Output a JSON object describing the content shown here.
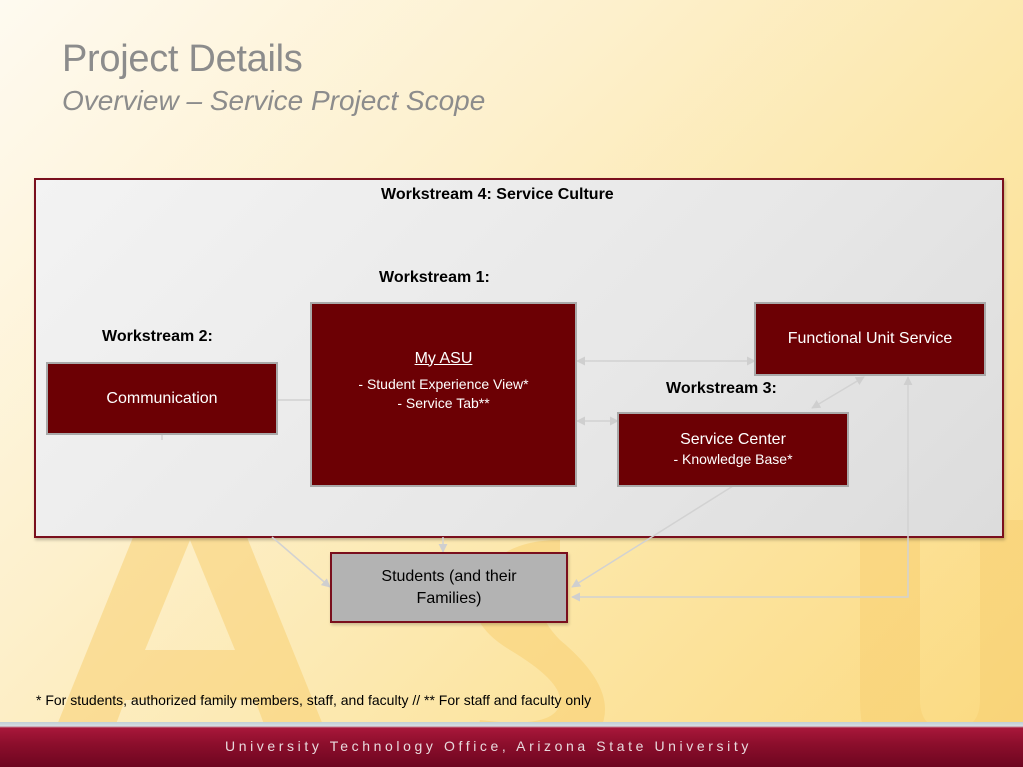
{
  "title": "Project Details",
  "subtitle": "Overview – Service Project Scope",
  "workstreams": {
    "ws4": "Workstream 4:  Service Culture",
    "ws1": "Workstream 1:",
    "ws2": "Workstream 2:",
    "ws3": "Workstream 3:"
  },
  "boxes": {
    "communication": "Communication",
    "myasu_title": "My ASU",
    "myasu_line1": "- Student Experience View*",
    "myasu_line2": "- Service Tab**",
    "functional": "Functional Unit Service",
    "service_center_title": "Service Center",
    "service_center_line1": "- Knowledge Base*",
    "students": "Students (and their Families)"
  },
  "footnote": "* For students, authorized family members, staff, and faculty  //  ** For staff and faculty only",
  "footer": "University Technology Office, Arizona State University",
  "colors": {
    "maroon": "#6c0004",
    "panel_border": "#7a0f1d",
    "title_gray": "#8c8c8c",
    "students_fill": "#b3b3b3",
    "connector": "#d0d0d0"
  }
}
